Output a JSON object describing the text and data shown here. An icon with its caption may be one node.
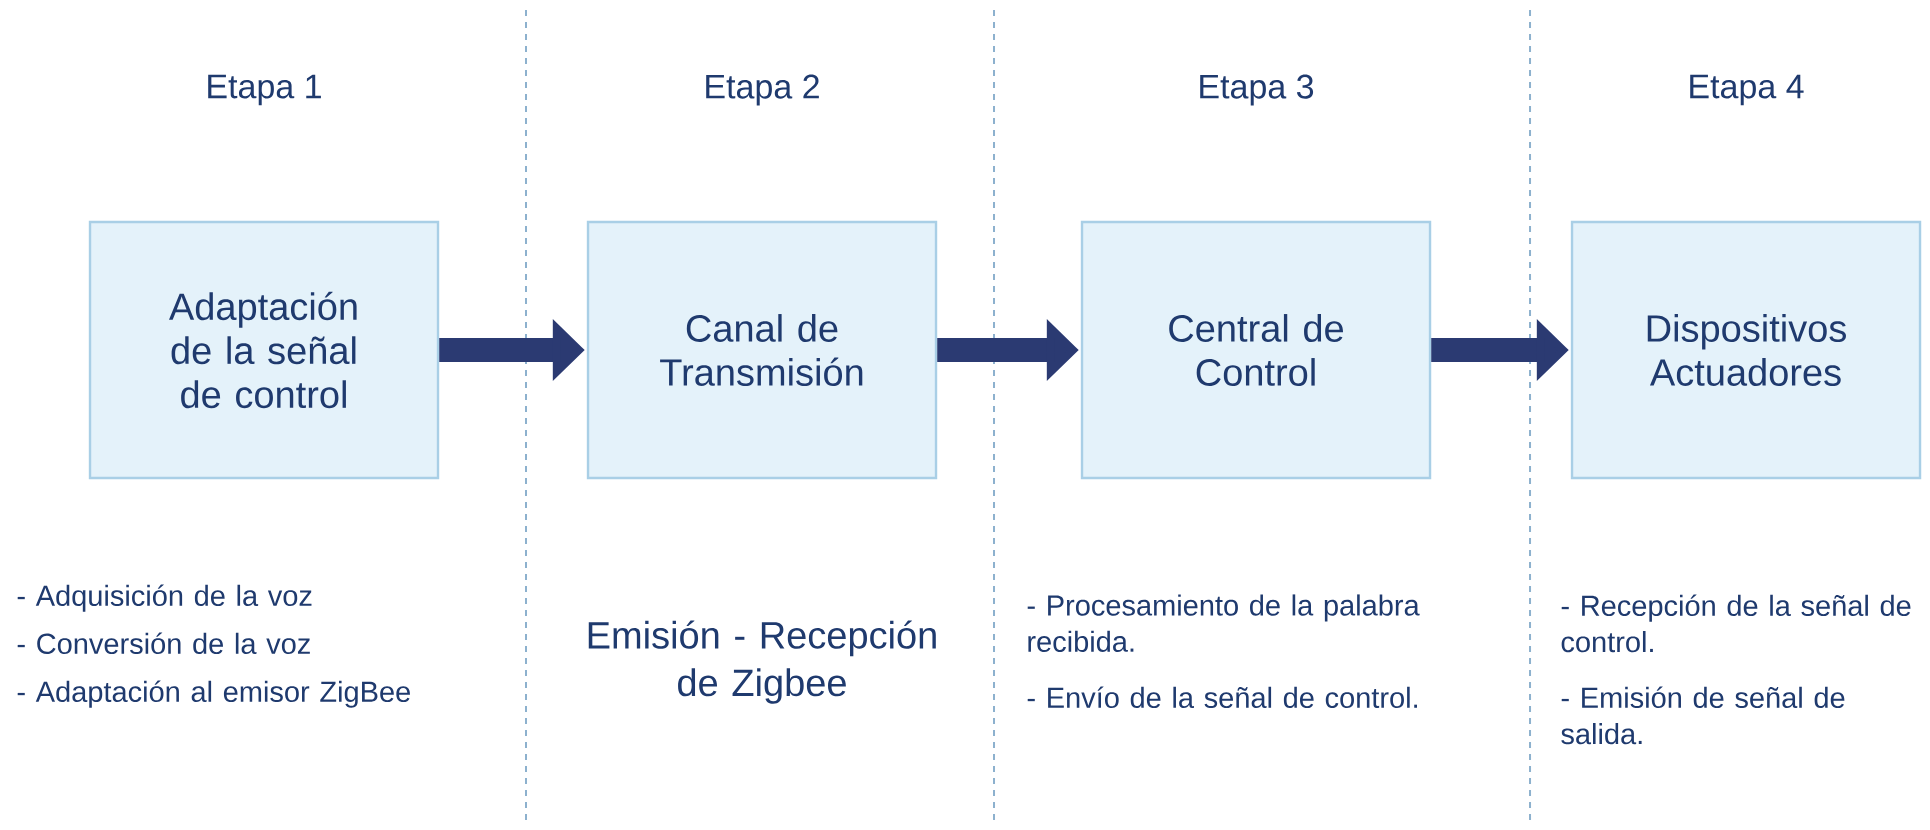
{
  "diagram": {
    "nodes": [
      {
        "text": [
          "Adaptación de la señal de control"
        ]
      },
      {
        "text": [
          "Canal de Transmisión"
        ]
      },
      {
        "text": [
          "Central de Control"
        ]
      },
      {
        "text": [
          "Dispositivos Actuadores"
        ]
      }
    ],
    "edges": [
      {
        "from": 0,
        "to": 1,
        "arrow": "to"
      },
      {
        "from": 1,
        "to": 2,
        "arrow": "to"
      },
      {
        "from": 2,
        "to": 3,
        "arrow": "to"
      }
    ],
    "labels": [
      "Etapa 1",
      "Etapa 2",
      "Etapa 3",
      "Etapa 4",
      "- Adquisición de la voz",
      "- Conversión de la voz",
      "- Adaptación al emisor ZigBee",
      "Emisión - Recepción de Zigbee",
      "- Procesamiento de la palabra recibida.",
      "- Envío de la señal de control.",
      "- Recepción de la señal de control.",
      "- Emisión de señal de salida."
    ]
  }
}
